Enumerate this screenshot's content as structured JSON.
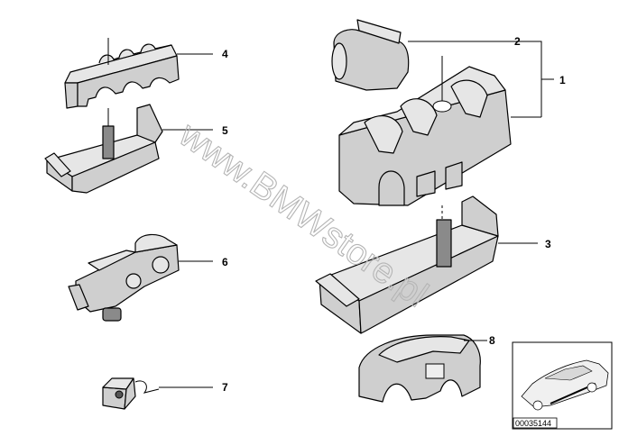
{
  "diagram": {
    "callouts": [
      "1",
      "2",
      "3",
      "4",
      "5",
      "6",
      "7",
      "8"
    ],
    "watermark": "www.BMWstore.pl",
    "thumbnail_code": "00035144"
  }
}
